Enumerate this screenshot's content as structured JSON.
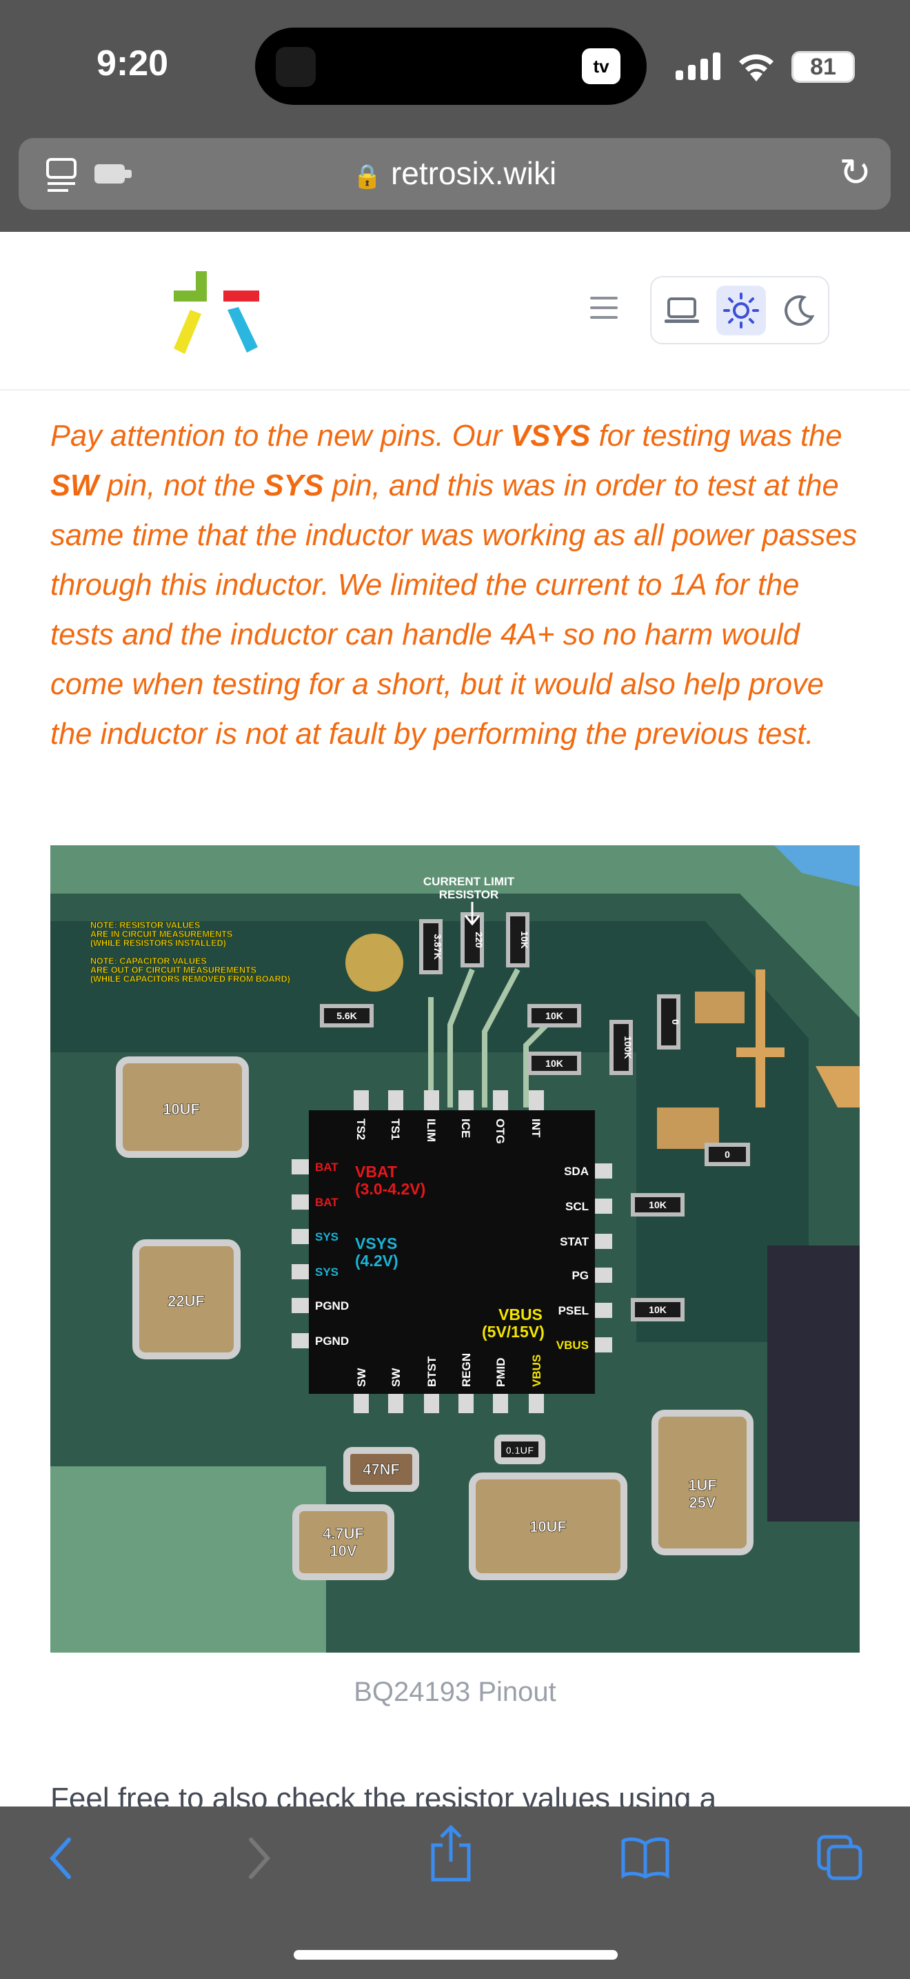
{
  "status_bar": {
    "time": "9:20",
    "live_activity": "tv",
    "battery": "81"
  },
  "browser": {
    "url": "retrosix.wiki"
  },
  "article": {
    "paragraph": [
      {
        "t": "Pay attention to the new pins. Our ",
        "b": false
      },
      {
        "t": "VSYS",
        "b": true
      },
      {
        "t": " for testing was the ",
        "b": false
      },
      {
        "t": "SW",
        "b": true
      },
      {
        "t": " pin, not the ",
        "b": false
      },
      {
        "t": "SYS",
        "b": true
      },
      {
        "t": " pin, and this was in order to test at the same time that the inductor was working as all power passes through this inductor. We limited the current to 1A for the tests and the inductor can handle 4A+ so no harm would come when testing for a short, but it would also help prove the inductor is not at fault by performing the previous test.",
        "b": false
      }
    ],
    "figure": {
      "notes": [
        "NOTE: RESISTOR VALUES",
        "ARE IN CIRCUIT MEASUREMENTS",
        "(WHILE RESISTORS INSTALLED)",
        "NOTE: CAPACITOR VALUES",
        "ARE OUT OF CIRCUIT MEASUREMENTS",
        "(WHILE CAPACITORS REMOVED FROM BOARD)"
      ],
      "current_limit": [
        "CURRENT LIMIT",
        "RESISTOR"
      ],
      "top_pins": [
        "TS2",
        "TS1",
        "ILIM",
        "ICE",
        "OTG",
        "INT"
      ],
      "left_pins": [
        "BAT",
        "BAT",
        "SYS",
        "SYS",
        "PGND",
        "PGND"
      ],
      "right_pins": [
        "SDA",
        "SCL",
        "STAT",
        "PG",
        "PSEL",
        "VBUS"
      ],
      "bottom_pins": [
        "SW",
        "SW",
        "BTST",
        "REGN",
        "PMID",
        "VBUS"
      ],
      "vbat": [
        "VBAT",
        "(3.0-4.2V)"
      ],
      "vsys": [
        "VSYS",
        "(4.2V)"
      ],
      "vbus": [
        "VBUS",
        "(5V/15V)"
      ],
      "capacitors": [
        "10UF",
        "22UF",
        "47NF",
        "4.7UF",
        "10V",
        "10UF",
        "0.1UF",
        "1UF",
        "25V"
      ],
      "resistors": [
        "3.87K",
        "220",
        "10K",
        "5.6K",
        "10K",
        "10K",
        "100K",
        "0",
        "0",
        "10K",
        "10K"
      ]
    },
    "caption": "BQ24193 Pinout",
    "next_paragraph": "Feel free to also check the resistor values using a"
  },
  "colors": {
    "accent": "#f26a10",
    "vbat": "#e8161b",
    "vsys": "#1cb3d6",
    "vbus": "#f5e600",
    "toolbar_icon": "#3b8cf0"
  }
}
